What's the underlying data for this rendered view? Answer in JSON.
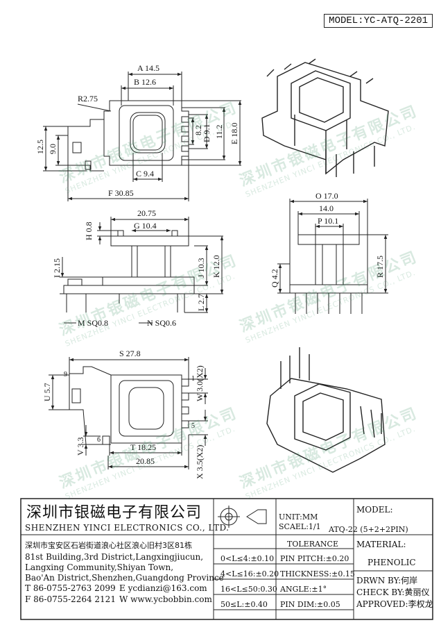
{
  "header": {
    "model_label": "MODEL:YC-ATQ-2201"
  },
  "watermark": {
    "cn": "深圳市银磁电子有限公司",
    "en": "SHENZHEN YINCI ELECTRONICS CO., LTD."
  },
  "dims": {
    "a": "A 14.5",
    "b": "B 12.6",
    "r": "R2.75",
    "d": "D 9.1",
    "h82": "8.2",
    "e": "E 18.0",
    "t112": "11.2",
    "c": "C 9.4",
    "f": "F 30.85",
    "l125": "12.5",
    "l90": "9.0",
    "w2075": "20.75",
    "g": "G 10.4",
    "h": "H 0.8",
    "i": "I 2.15",
    "j": "J 10.3",
    "k": "K 12.0",
    "l": "L 2.7",
    "m": "M SQ0.8",
    "n": "N SQ0.6",
    "o": "O 17.0",
    "p140": "14.0",
    "p": "P 10.1",
    "q": "Q 4.2",
    "r175": "R 17.5",
    "s": "S 27.8",
    "u": "U 5.7",
    "w": "W 3.0(X2)",
    "v": "V 3.3",
    "t": "T 18.25",
    "b2085": "20.85",
    "x": "X 3.5(X2)",
    "pin9": "9",
    "pin6": "6",
    "pin1": "1",
    "pin5": "5"
  },
  "title_block": {
    "company_cn": "深圳市银磁电子有限公司",
    "company_en": "SHENZHEN YINCI ELECTRONICS CO., LTD.",
    "address_cn": "深圳市宝安区石岩街道浪心社区浪心旧村3区81栋",
    "address_en": [
      "81st Building,3rd District,Langxingjiucun,",
      "Langxing Community,Shiyan Town,",
      "Bao'An District,Shenzhen,Guangdong Province"
    ],
    "tel": "T 86-0755-2763 2099",
    "email": "E ycdianzi@163.com",
    "fax": "F 86-0755-2264 2121",
    "web": "W www.ycbobbin.com",
    "unit": "UNIT:MM",
    "scale": "SCAEL:1/1",
    "model_label": "MODEL:",
    "model_value": "ATQ-22 (5+2+2PIN)",
    "tolerance_label": "TOLERANCE",
    "tol": [
      "0<L≤4:±0.10",
      "4<L≤16:±0.20",
      "16<L≤50:0.30",
      "50≤L:±0.40"
    ],
    "tol2": [
      "PIN PITCH:±0.20",
      "THICKNESS:±0.15",
      "ANGLE:±1°",
      "PIN DIM:±0.05"
    ],
    "material_label": "MATERIAL:",
    "material_value": "PHENOLIC",
    "drawn": "DRWN BY:何岸",
    "check": "CHECK BY:黄丽仪",
    "approved": "APPROVED:李权龙"
  }
}
